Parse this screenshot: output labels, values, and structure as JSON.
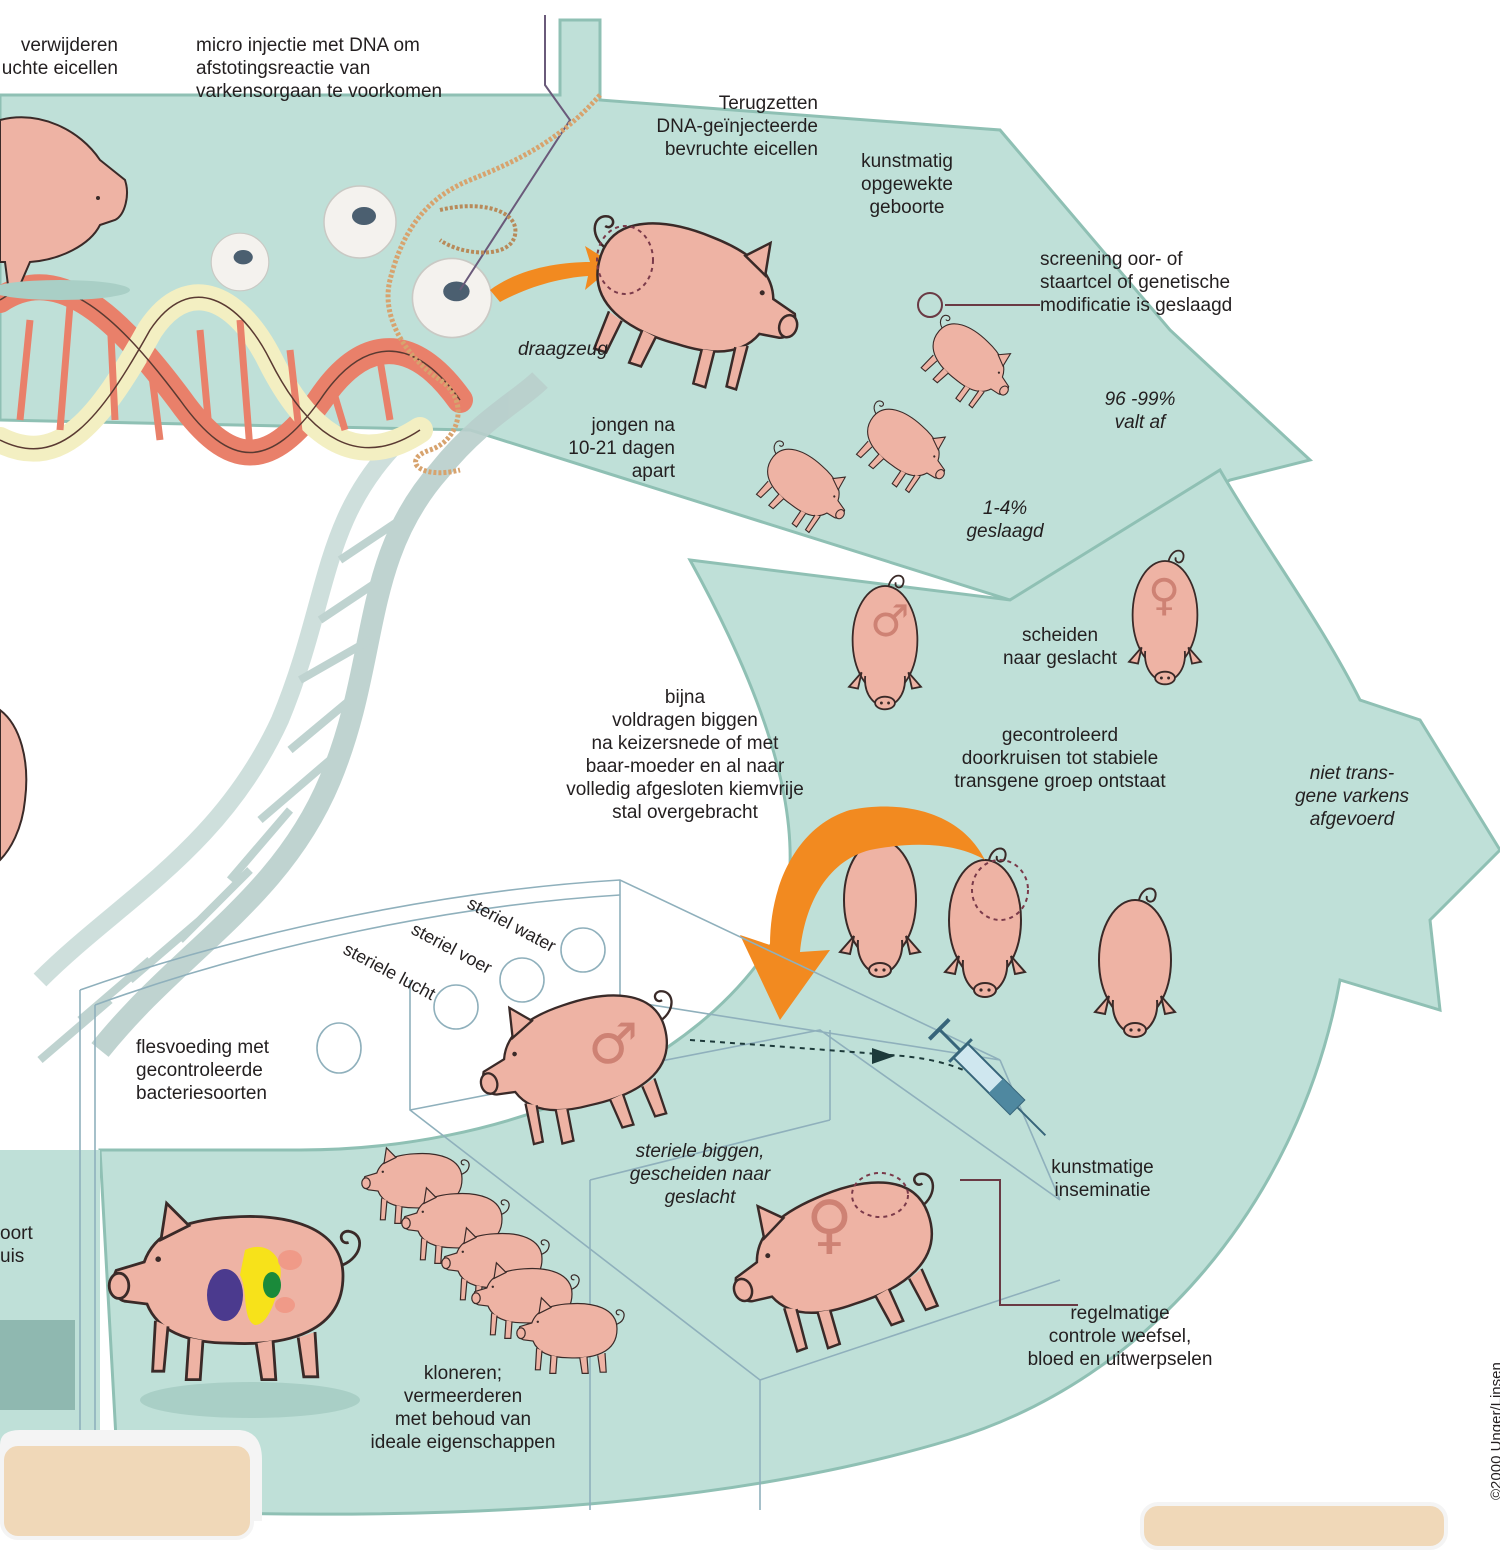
{
  "labels": {
    "remove_eggs": [
      "verwijderen",
      "uchte eicellen"
    ],
    "micro_injection": [
      "micro injectie met DNA om",
      "afstotingsreactie van",
      "varkensorgaan te voorkomen"
    ],
    "return_eggs": [
      "Terugzetten",
      "DNA-geïnjecteerde",
      "bevruchte eicellen"
    ],
    "induced_birth": [
      "kunstmatig",
      "opgewekte",
      "geboorte"
    ],
    "screening": [
      "screening oor- of",
      "staartcel of genetische",
      "modificatie is geslaagd"
    ],
    "surrogate_sow": "draagzeug",
    "piglets_apart": [
      "jongen na",
      "10-21 dagen",
      "apart"
    ],
    "fail_rate": [
      "96 -99%",
      "valt af"
    ],
    "success_rate": [
      "1-4%",
      "geslaagd"
    ],
    "sex_separation": [
      "scheiden",
      "naar geslacht"
    ],
    "controlled_crossing": [
      "gecontroleerd",
      "doorkruisen tot stabiele",
      "transgene groep ontstaat"
    ],
    "non_transgenic": [
      "niet trans-",
      "gene varkens",
      "afgevoerd"
    ],
    "near_term": [
      "bijna",
      "voldragen biggen",
      "na keizersnede of met",
      "baar-moeder en al naar",
      "volledig afgesloten kiemvrije",
      "stal overgebracht"
    ],
    "sterile_water": "steriel water",
    "sterile_feed": "steriel voer",
    "sterile_air": "steriele lucht",
    "bottle_feeding": [
      "flesvoeding met",
      "gecontroleerde",
      "bacteriesoorten"
    ],
    "sterile_piglets": [
      "steriele biggen,",
      "gescheiden naar",
      "geslacht"
    ],
    "insemination": [
      "kunstmatige",
      "inseminatie"
    ],
    "regular_control": [
      "regelmatige",
      "controle weefsel,",
      "bloed en uitwerpselen"
    ],
    "cloning": [
      "kloneren;",
      "vermeerderen",
      "met behoud van",
      "ideale eigenschappen"
    ],
    "transport_fragment": [
      "oort",
      "uis"
    ]
  },
  "symbols": {
    "male": "♂",
    "female": "♀"
  },
  "credit": "©2000 Unger/Linsen",
  "colors": {
    "band": "#bfe0d8",
    "band_dark": "#8fc0b4",
    "pig": "#eeb3a4",
    "pig_outline": "#3a2a28",
    "arrow_orange": "#f28a20",
    "dna_red": "#e9806a",
    "dna_cream": "#f3efc2",
    "dna_ghost": "#b9cfcc"
  }
}
